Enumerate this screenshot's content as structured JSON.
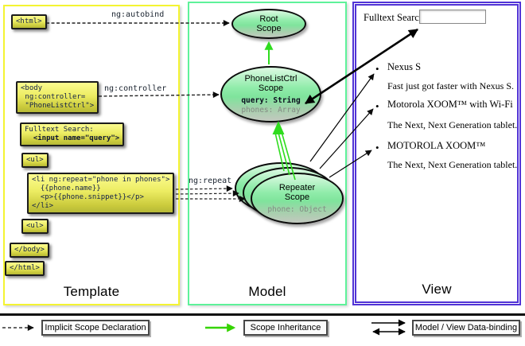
{
  "panels": {
    "template": {
      "label": "Template"
    },
    "model": {
      "label": "Model"
    },
    "view": {
      "label": "View"
    }
  },
  "edges": {
    "autobind_label": "ng:autobind",
    "controller_label": "ng:controller",
    "repeat_label": "ng:repeat"
  },
  "code": {
    "html_open": "<html>",
    "body_open_1": "<body",
    "body_open_2": " ng:controller=",
    "body_open_3": " \"PhoneListCtrl\">",
    "fulltext_1": "Fulltext Search:",
    "fulltext_2": "  <input name=\"query\">",
    "ul_open": "<ul>",
    "li_1": "<li ng:repeat=\"phone in phones\">",
    "li_2": "  {{phone.name}}",
    "li_3": "  <p>{{phone.snippet}}</p>",
    "li_4": "</li>",
    "ul_close": "<ul>",
    "body_close": "</body>",
    "html_close": "</html>"
  },
  "scopes": {
    "root_line1": "Root",
    "root_line2": "Scope",
    "ctrl_line1": "PhoneListCtrl",
    "ctrl_line2": "Scope",
    "ctrl_prop_query": "query: String",
    "ctrl_prop_phones": "phones: Array",
    "repeater_line1": "Repeater",
    "repeater_line2": "Scope",
    "repeater_prop_phone": "phone: Object"
  },
  "view": {
    "search_label": "Fulltext Search:",
    "search_value": "",
    "bullet": "•",
    "items": [
      {
        "title": "Nexus S",
        "desc": "Fast just got faster with Nexus S."
      },
      {
        "title": "Motorola XOOM™ with Wi-Fi",
        "desc": "The Next, Next Generation tablet."
      },
      {
        "title": "MOTOROLA XOOM™",
        "desc": "The Next, Next Generation tablet."
      }
    ]
  },
  "legend": {
    "implicit": "Implicit Scope Declaration",
    "inheritance": "Scope Inheritance",
    "binding": "Model / View Data-binding"
  },
  "colors": {
    "template_border": "#f4f432",
    "model_border": "#5ef29a",
    "view_border": "#5133d6",
    "inheritance_green": "#2fdc1e"
  }
}
